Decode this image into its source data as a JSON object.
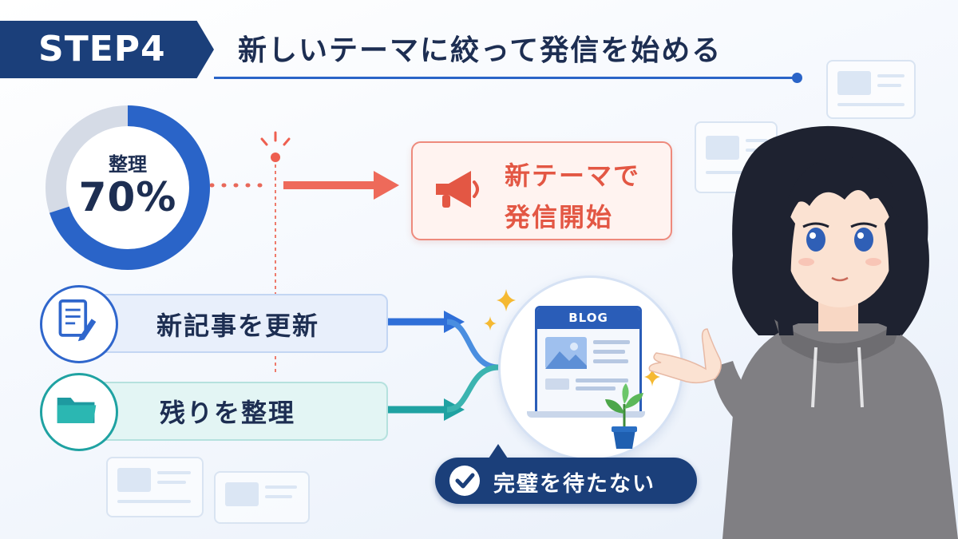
{
  "header": {
    "step_label": "STEP4",
    "title": "新しいテーマに絞って発信を始める"
  },
  "progress": {
    "label": "整理",
    "value_text": "70%",
    "fraction": 0.7
  },
  "announce": {
    "line1": "新テーマで",
    "line2": "発信開始"
  },
  "actions": [
    {
      "label": "新記事を更新"
    },
    {
      "label": "残りを整理"
    }
  ],
  "blog": {
    "window_label": "BLOG"
  },
  "badge": {
    "label": "完璧を待たない"
  },
  "colors": {
    "navy": "#1b3f7a",
    "blue": "#2a64c8",
    "coral": "#e35744",
    "teal": "#1fa2a2",
    "ring_track": "#d5dbe6"
  },
  "icons": {
    "announce": "megaphone-icon",
    "new_articles": "document-pencil-icon",
    "organize": "folder-icon",
    "badge": "check-icon",
    "blog": "blog-window-icon",
    "sparkle": "sparkle-icon",
    "plant": "plant-icon"
  }
}
